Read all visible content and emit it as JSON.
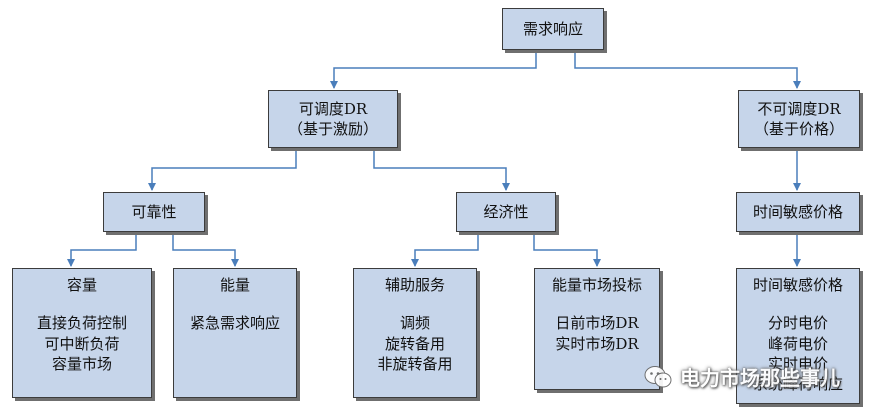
{
  "nodes": {
    "root": {
      "lines": [
        "需求响应"
      ]
    },
    "dispatchable": {
      "lines": [
        "可调度DR",
        "（基于激励）"
      ]
    },
    "non_dispatchable": {
      "lines": [
        "不可调度DR",
        "（基于价格）"
      ]
    },
    "reliability": {
      "lines": [
        "可靠性"
      ]
    },
    "economic": {
      "lines": [
        "经济性"
      ]
    },
    "time_sensitive": {
      "lines": [
        "时间敏感价格"
      ]
    },
    "capacity": {
      "title": "容量",
      "lines": [
        "直接负荷控制",
        "可中断负荷",
        "容量市场"
      ]
    },
    "energy": {
      "title": "能量",
      "lines": [
        "紧急需求响应"
      ]
    },
    "ancillary": {
      "title": "辅助服务",
      "lines": [
        "调频",
        "旋转备用",
        "非旋转备用"
      ]
    },
    "energy_bidding": {
      "title": "能量市场投标",
      "lines": [
        "日前市场DR",
        "实时市场DR"
      ]
    },
    "time_sensitive_detail": {
      "title": "时间敏感价格",
      "lines": [
        "分时电价",
        "峰荷电价",
        "实时电价",
        "系统峰荷响应"
      ]
    }
  },
  "watermark": "电力市场那些事儿",
  "colors": {
    "box_fill": "#c6d5ea",
    "arrow": "#4a7ebb",
    "border": "#3c3c3c"
  }
}
